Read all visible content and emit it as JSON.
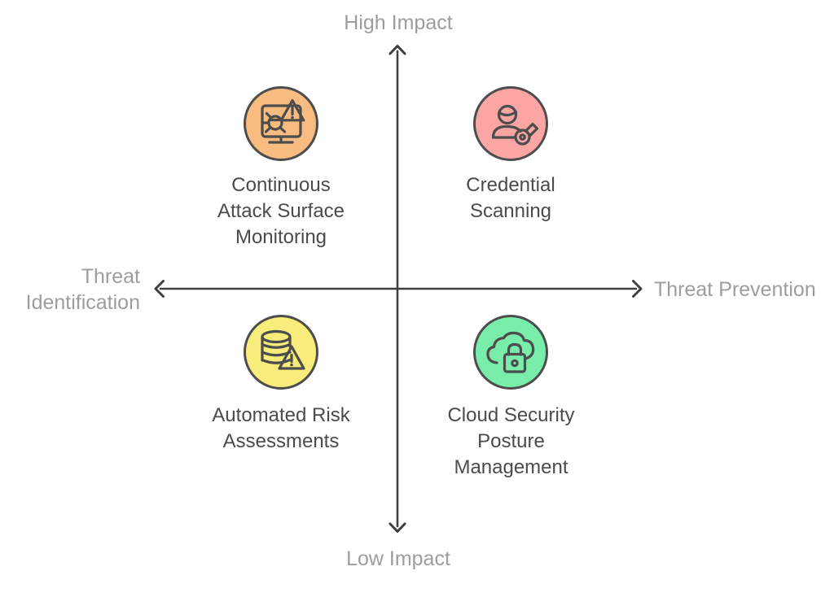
{
  "diagram": {
    "axis_labels": {
      "top": "High Impact",
      "bottom": "Low Impact",
      "left": "Threat Identification",
      "right": "Threat Prevention"
    },
    "quadrants": [
      {
        "position": "top-left",
        "label": "Continuous Attack Surface Monitoring",
        "icon": "monitor-bug-alert-icon",
        "color": "#F8BB80"
      },
      {
        "position": "top-right",
        "label": "Credential Scanning",
        "icon": "user-key-icon",
        "color": "#FBA5A4"
      },
      {
        "position": "bottom-left",
        "label": "Automated Risk Assessments",
        "icon": "database-alert-icon",
        "color": "#F8ED7B"
      },
      {
        "position": "bottom-right",
        "label": "Cloud Security Posture Management",
        "icon": "cloud-lock-icon",
        "color": "#79EDAA"
      }
    ],
    "colors": {
      "icon_stroke": "#4d4d4d",
      "axis": "#3f3f3f",
      "quadrant_text": "#4b4b4b",
      "axis_text": "#9d9d9d",
      "background": "#ffffff"
    }
  }
}
